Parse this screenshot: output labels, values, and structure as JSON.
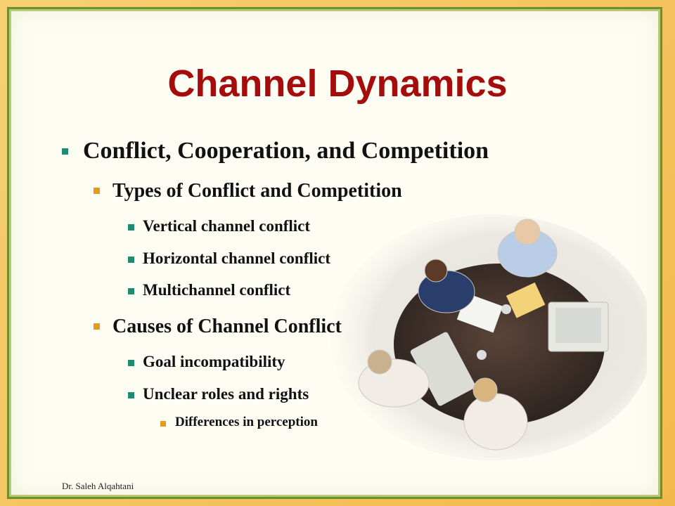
{
  "slide": {
    "title": "Channel Dynamics",
    "bullets": [
      {
        "level": 1,
        "text": "Conflict, Cooperation, and Competition"
      },
      {
        "level": 2,
        "text": "Types of Conflict and Competition"
      },
      {
        "level": 3,
        "text": "Vertical channel conflict"
      },
      {
        "level": 3,
        "text": "Horizontal channel conflict"
      },
      {
        "level": 3,
        "text": "Multichannel conflict"
      },
      {
        "level": 2,
        "text": "Causes of Channel Conflict"
      },
      {
        "level": 3,
        "text": "Goal incompatibility"
      },
      {
        "level": 3,
        "text": "Unclear roles and rights"
      },
      {
        "level": 4,
        "text": "Differences in perception"
      }
    ],
    "footer": "Dr. Saleh Alqahtani"
  },
  "colors": {
    "title": "#a50d0d",
    "bullet_level1": "#1f8c6f",
    "bullet_level2": "#e39a20",
    "bullet_level3": "#1f8c6f",
    "bullet_level4": "#e39a20",
    "frame_border": "#6f8f2a",
    "outer_background": "#f3b94d"
  },
  "image": {
    "icon": "business-meeting-photo-icon"
  }
}
